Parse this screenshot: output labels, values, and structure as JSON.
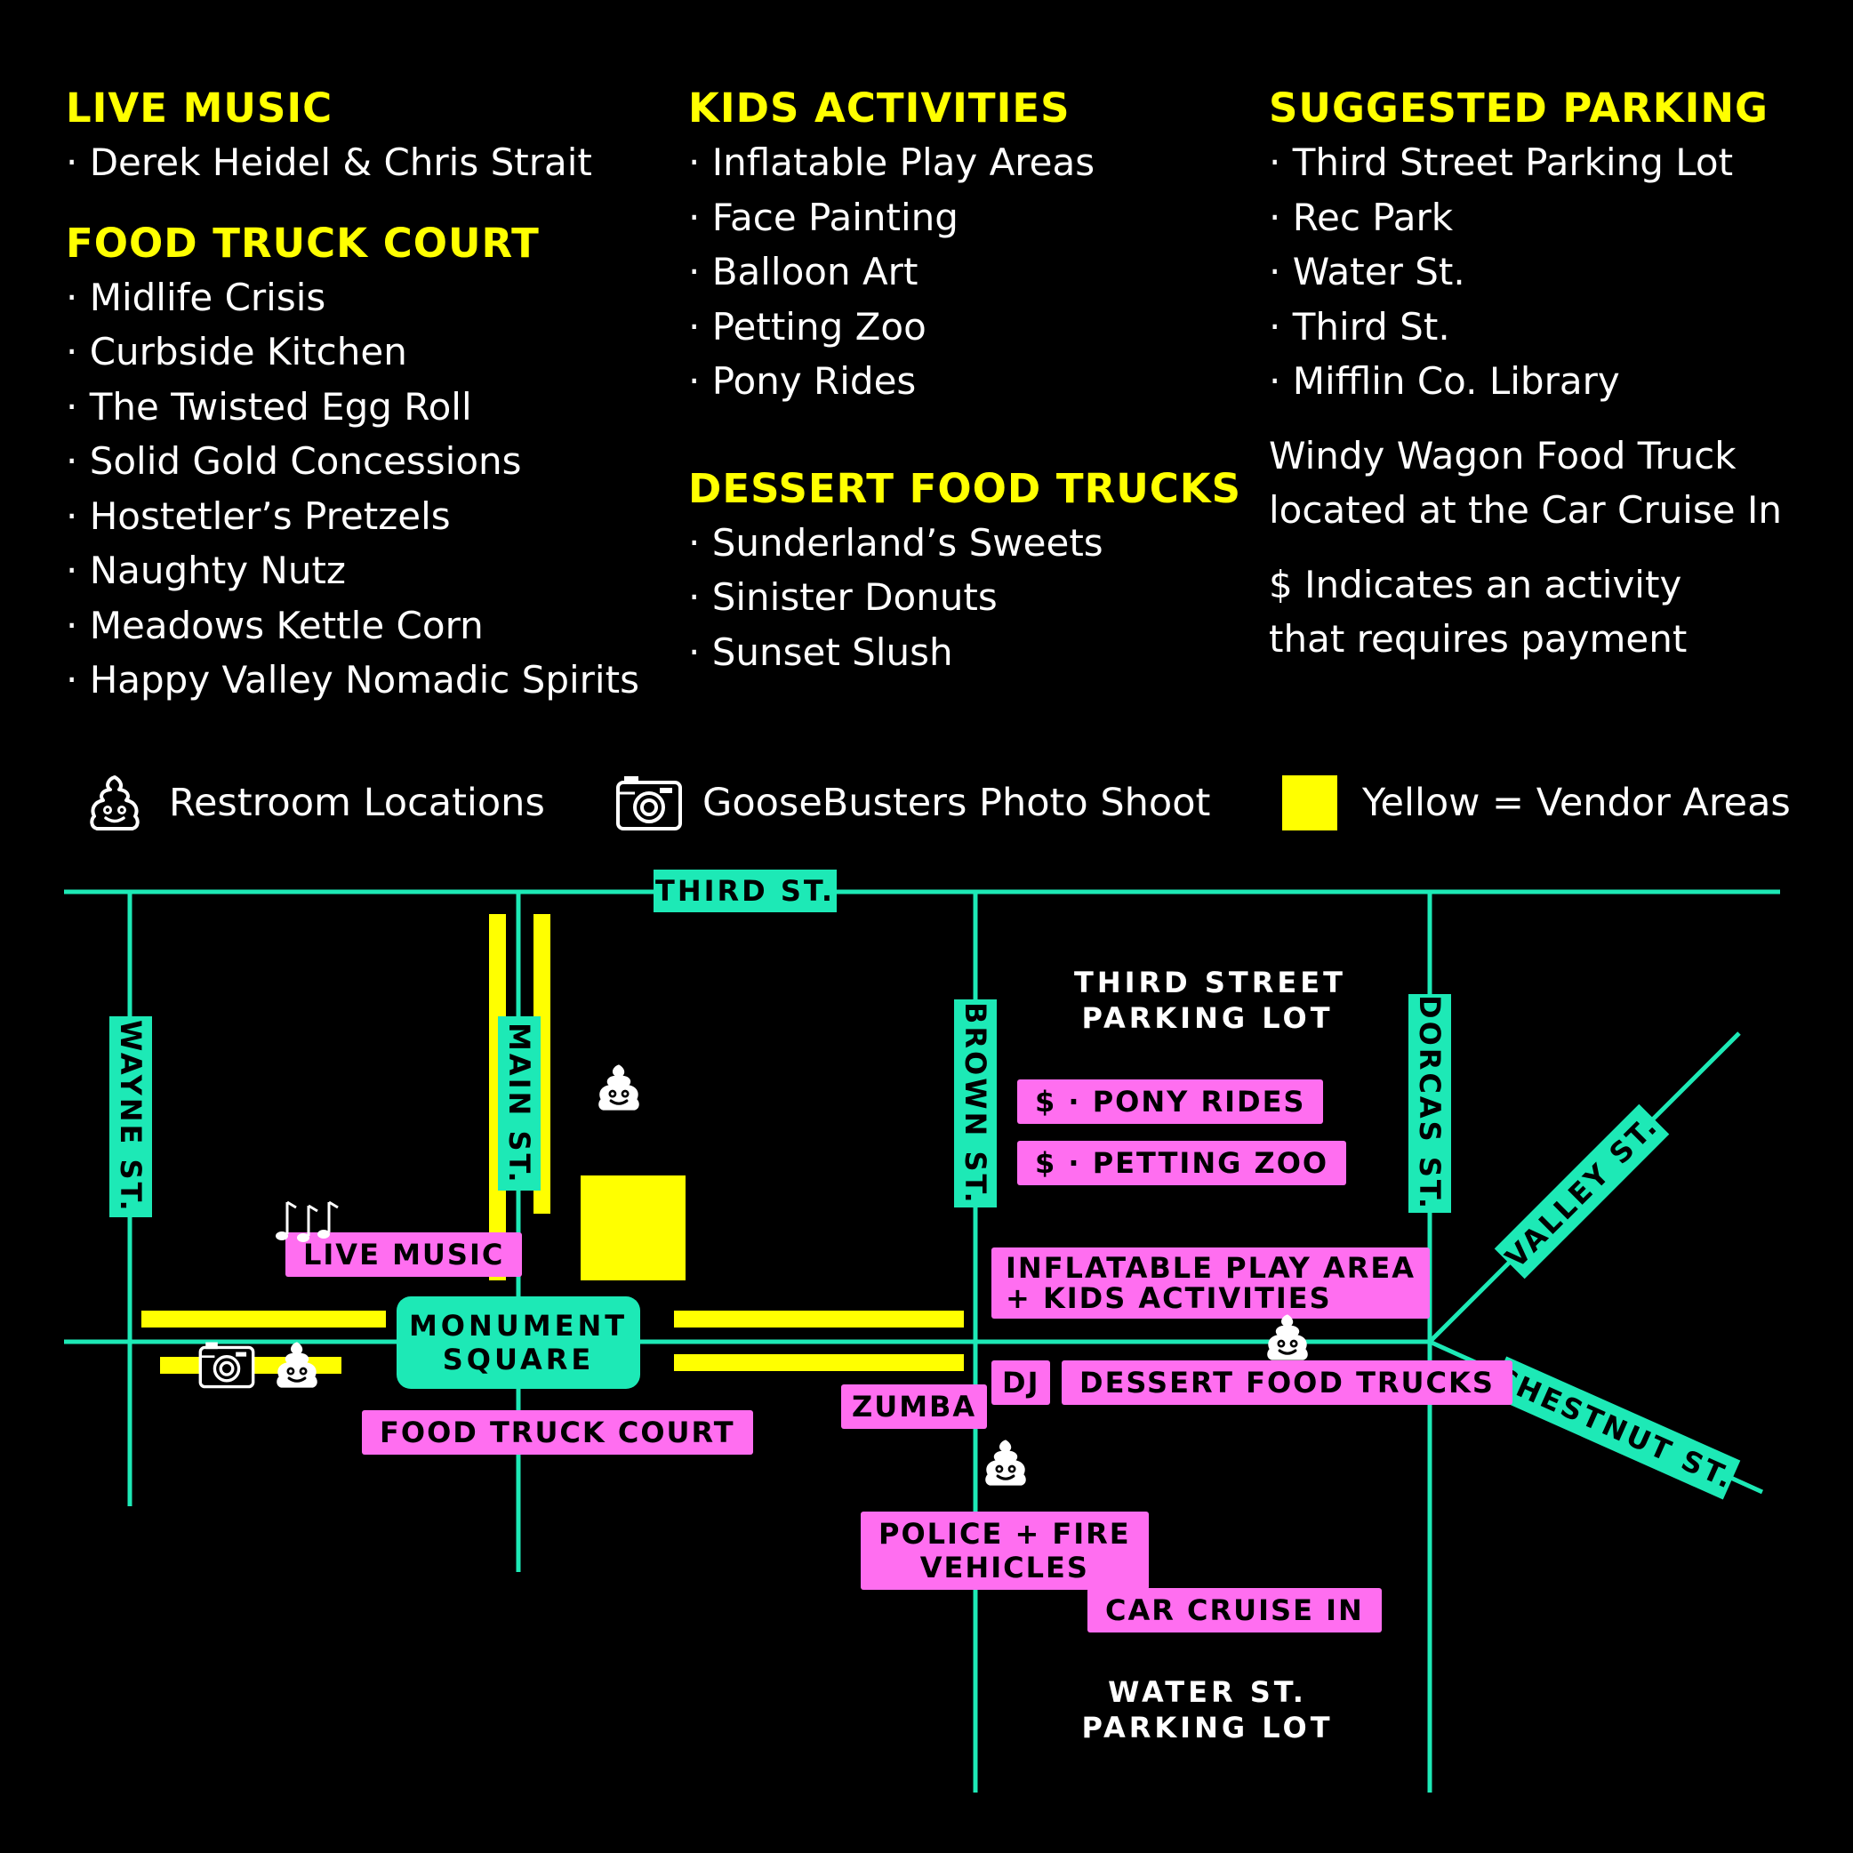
{
  "columns": {
    "live_music": {
      "title": "LIVE MUSIC",
      "items": [
        "Derek Heidel & Chris Strait"
      ]
    },
    "food_truck_court": {
      "title": "FOOD TRUCK COURT",
      "items": [
        "Midlife Crisis",
        "Curbside Kitchen",
        "The Twisted Egg Roll",
        "Solid Gold Concessions",
        "Hostetler’s Pretzels",
        "Naughty Nutz",
        "Meadows Kettle Corn",
        "Happy Valley Nomadic Spirits"
      ]
    },
    "kids_activities": {
      "title": "KIDS ACTIVITIES",
      "items": [
        "Inflatable Play Areas",
        "Face Painting",
        "Balloon Art",
        "Petting Zoo",
        "Pony Rides"
      ]
    },
    "dessert_food_trucks": {
      "title": "DESSERT FOOD TRUCKS",
      "items": [
        "Sunderland’s Sweets",
        "Sinister Donuts",
        "Sunset Slush"
      ]
    },
    "suggested_parking": {
      "title": "SUGGESTED PARKING",
      "items": [
        "Third Street Parking Lot",
        "Rec Park",
        "Water St.",
        "Third St.",
        "Mifflin Co. Library"
      ]
    },
    "notes": {
      "windy_1": "Windy Wagon Food Truck",
      "windy_2": "located at the Car Cruise In",
      "pay_1": "$ Indicates an activity",
      "pay_2": "that requires payment"
    }
  },
  "legend": {
    "restroom": "Restroom Locations",
    "photo": "GooseBusters Photo Shoot",
    "vendor": "Yellow = Vendor Areas"
  },
  "streets": {
    "third": "THIRD ST.",
    "wayne": "WAYNE ST.",
    "main": "MAIN ST.",
    "brown": "BROWN ST.",
    "dorcas": "DORCAS ST.",
    "valley": "VALLEY ST.",
    "chestnut": "CHESTNUT ST."
  },
  "places": {
    "monument_1": "MONUMENT",
    "monument_2": "SQUARE",
    "third_lot_1": "THIRD STREET",
    "third_lot_2": "PARKING LOT",
    "water_lot_1": "WATER ST.",
    "water_lot_2": "PARKING LOT",
    "pony": "$ · PONY RIDES",
    "petting": "$ · PETTING ZOO",
    "inflatable_1": "INFLATABLE PLAY AREA",
    "inflatable_2": "+ KIDS ACTIVITIES",
    "live_music": "LIVE MUSIC",
    "food_truck_court": "FOOD TRUCK COURT",
    "zumba": "ZUMBA",
    "dj": "DJ",
    "dessert": "DESSERT FOOD TRUCKS",
    "police_1": "POLICE + FIRE",
    "police_2": "VEHICLES",
    "car_cruise": "CAR CRUISE IN"
  },
  "colors": {
    "street": "#1de9b6",
    "vendor": "#ffff00",
    "label": "#ff6ef0",
    "heading": "#ffff00"
  }
}
